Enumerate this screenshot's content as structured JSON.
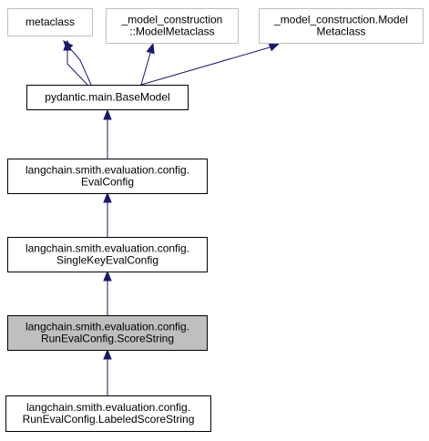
{
  "diagram": {
    "colors": {
      "edge": "#191970",
      "external_border": "#bfbfbf",
      "internal_border": "#000000",
      "highlight_fill": "#bfbfbf",
      "fill": "#ffffff",
      "text_normal": "#000000",
      "text_external": "#000000"
    },
    "nodes": [
      {
        "id": "metaclass",
        "lines": [
          "metaclass"
        ],
        "kind": "external"
      },
      {
        "id": "model_metaclass",
        "lines": [
          "_model_construction",
          "::ModelMetaclass"
        ],
        "kind": "external"
      },
      {
        "id": "model_metaclass_dot",
        "lines": [
          "_model_construction.Model",
          "Metaclass"
        ],
        "kind": "external"
      },
      {
        "id": "basemodel",
        "lines": [
          "pydantic.main.BaseModel"
        ],
        "kind": "normal"
      },
      {
        "id": "evalconfig",
        "lines": [
          "langchain.smith.evaluation.config.",
          "EvalConfig"
        ],
        "kind": "normal"
      },
      {
        "id": "singlekey",
        "lines": [
          "langchain.smith.evaluation.config.",
          "SingleKeyEvalConfig"
        ],
        "kind": "normal"
      },
      {
        "id": "scorestring",
        "lines": [
          "langchain.smith.evaluation.config.",
          "RunEvalConfig.ScoreString"
        ],
        "kind": "highlight"
      },
      {
        "id": "labeled",
        "lines": [
          "langchain.smith.evaluation.config.",
          "RunEvalConfig.LabeledScoreString"
        ],
        "kind": "normal"
      }
    ],
    "edges": [
      {
        "from": "basemodel",
        "to": "metaclass"
      },
      {
        "from": "basemodel",
        "to": "metaclass"
      },
      {
        "from": "basemodel",
        "to": "model_metaclass"
      },
      {
        "from": "basemodel",
        "to": "model_metaclass_dot"
      },
      {
        "from": "evalconfig",
        "to": "basemodel"
      },
      {
        "from": "singlekey",
        "to": "evalconfig"
      },
      {
        "from": "scorestring",
        "to": "singlekey"
      },
      {
        "from": "labeled",
        "to": "scorestring"
      }
    ]
  }
}
